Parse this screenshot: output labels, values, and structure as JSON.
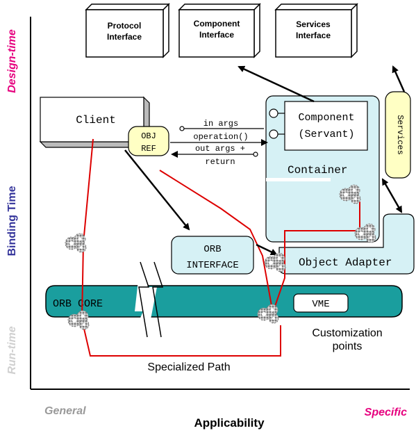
{
  "axes": {
    "y_top": "Design-time",
    "y_middle": "Binding Time",
    "y_bottom": "Run-time",
    "x_left": "General",
    "x_center": "Applicability",
    "x_right": "Specific"
  },
  "interfaces": {
    "protocol": [
      "Protocol",
      "Interface"
    ],
    "component": [
      "Component",
      "Interface"
    ],
    "services": [
      "Services",
      "Interface"
    ]
  },
  "client": "Client",
  "objref": [
    "OBJ",
    "REF"
  ],
  "call": {
    "in_args": "in args",
    "operation": "operation()",
    "out_args": "out args +",
    "return": "return"
  },
  "component": [
    "Component",
    "(Servant)"
  ],
  "container": "Container",
  "services_tab": "Services",
  "orb_interface": [
    "ORB",
    "INTERFACE"
  ],
  "object_adapter": "Object Adapter",
  "orb_core": "ORB CORE",
  "vme": "VME",
  "customization": [
    "Customization",
    "points"
  ],
  "specialized_path": "Specialized Path",
  "colors": {
    "design_time": "#e6007e",
    "binding_time": "#33339a",
    "run_time": "#d0d0d0",
    "general": "#999999",
    "specific": "#e6007e",
    "path": "#dd0000",
    "orb_core_fill": "#1a9e9e",
    "light_cyan": "#d6f1f5",
    "yellow": "#ffffc4"
  }
}
